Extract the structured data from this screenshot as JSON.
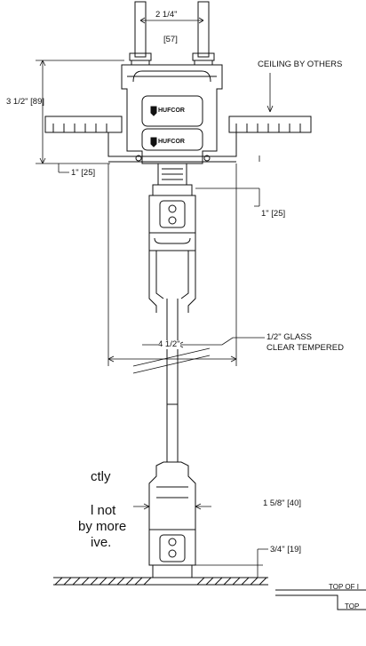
{
  "dimensions": {
    "top_width_imperial": "2 1/4\"",
    "top_width_metric": "[57]",
    "header_height": "3 1/2\" [89]",
    "header_offset": "1\" [25]",
    "jamb_offset": "1\" [25]",
    "overall_width": "4 1/2\"",
    "bottom_rail_width": "1 5/8\" [40]",
    "bottom_gap": "3/4\" [19]"
  },
  "callouts": {
    "ceiling": "CEILING BY OTHERS",
    "glass_line1": "1/2\" GLASS",
    "glass_line2": "CLEAR TEMPERED",
    "floor_top_1": "TOP OF I",
    "floor_top_2": "TOP"
  },
  "logos": {
    "upper": "HUFCOR",
    "lower": "HUFCOR"
  },
  "side_note": {
    "line1": "ctly",
    "line2": "l not",
    "line3": "by more",
    "line4": "ive."
  },
  "colors": {
    "line": "#111111",
    "background": "#ffffff"
  }
}
